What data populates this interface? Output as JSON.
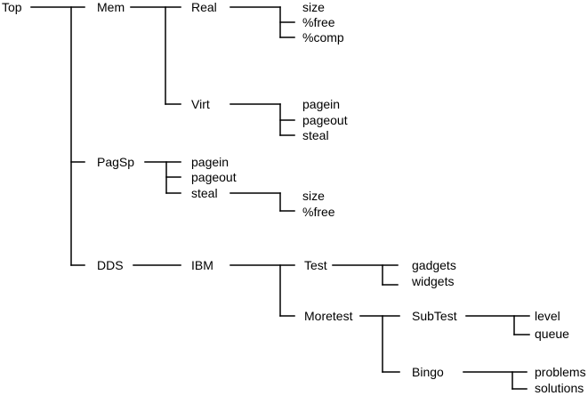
{
  "tree": {
    "root": "Top",
    "mem": {
      "label": "Mem",
      "real": {
        "label": "Real",
        "size": "size",
        "free": "%free",
        "comp": "%comp"
      },
      "virt": {
        "label": "Virt",
        "pagein": "pagein",
        "pageout": "pageout",
        "steal": "steal"
      }
    },
    "pagsp": {
      "label": "PagSp",
      "pagein": "pagein",
      "pageout": "pageout",
      "steal": {
        "label": "steal",
        "size": "size",
        "free": "%free"
      }
    },
    "dds": {
      "label": "DDS",
      "ibm": {
        "label": "IBM",
        "test": {
          "label": "Test",
          "gadgets": "gadgets",
          "widgets": "widgets"
        },
        "moretest": {
          "label": "Moretest",
          "subtest": {
            "label": "SubTest",
            "level": "level",
            "queue": "queue"
          },
          "bingo": {
            "label": "Bingo",
            "problems": "problems",
            "solutions": "solutions"
          }
        }
      }
    }
  }
}
